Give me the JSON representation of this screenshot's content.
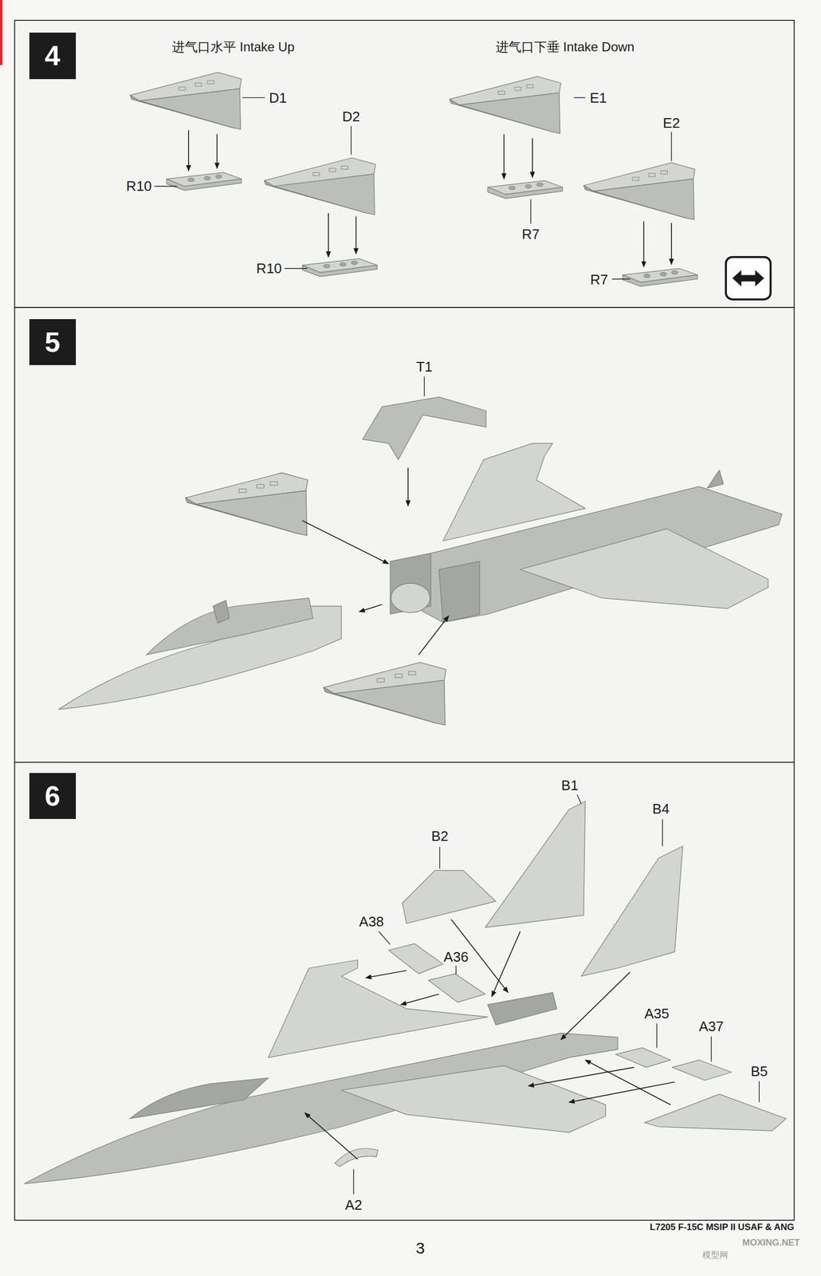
{
  "diagram": {
    "nodes": [
      {
        "text": [
          "4"
        ]
      },
      {
        "text": [
          "5"
        ]
      },
      {
        "text": [
          "6"
        ]
      }
    ],
    "labels": [
      "进气口水平 Intake Up",
      "进气口下垂 Intake Down",
      "D1",
      "R10",
      "D2",
      "R10",
      "E1",
      "E2",
      "R7",
      "R7",
      "T1",
      "B2",
      "B1",
      "B4",
      "A38",
      "A36",
      "A35",
      "A37",
      "B5",
      "A2",
      "L7205 F-15C MSIP II USAF & ANG",
      "3",
      "MOXING.NET",
      "模型网"
    ]
  }
}
